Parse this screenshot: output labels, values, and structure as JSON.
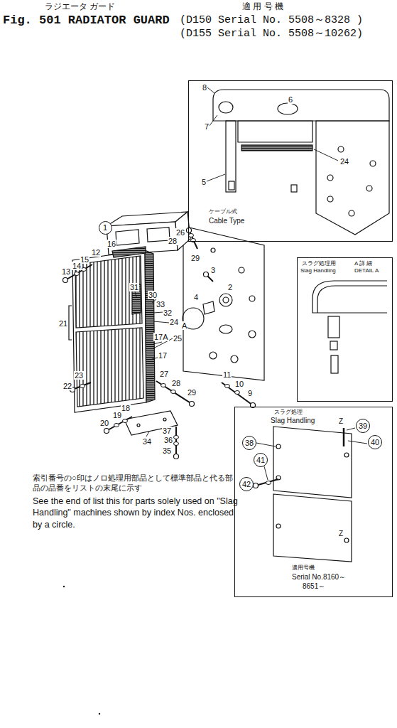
{
  "diagram": {
    "title": "Fig. 501 RADIATOR GUARD",
    "nodes": [
      {
        "text": [
          "ケーブル式",
          "Cable Type"
        ]
      },
      {
        "text": [
          "スラグ処理用",
          "Slag Handling",
          "A 詳 細",
          "DETAIL A"
        ]
      },
      {
        "text": [
          "スラグ処理",
          "Slag Handling",
          "適用号機",
          "Serial No.8160～",
          "8651～"
        ]
      },
      {
        "text": [
          "1"
        ]
      },
      {
        "text": [
          "38"
        ],
        "in": 2
      },
      {
        "text": [
          "39"
        ],
        "in": 2
      },
      {
        "text": [
          "40"
        ],
        "in": 2
      },
      {
        "text": [
          "41"
        ],
        "in": 2
      },
      {
        "text": [
          "42"
        ],
        "in": 2
      }
    ],
    "labels": [
      "ラジエータ ガード",
      "適 用 号 機",
      "(D150 Serial No. 5508～8328 )",
      "(D155 Serial No. 5508～10262)",
      "8",
      "6",
      "7",
      "5",
      "24",
      "26",
      "28",
      "29",
      "3",
      "2",
      "4",
      "16",
      "12",
      "15",
      "14",
      "13",
      "31",
      "30",
      "33",
      "32",
      "24",
      "25",
      "17A",
      "A",
      "21",
      "17",
      "27",
      "28",
      "29",
      "11",
      "10",
      "9",
      "23",
      "22",
      "18",
      "19",
      "20",
      "34",
      "37",
      "36",
      "35",
      "Z",
      "Z",
      "索引番号の○印はノロ処理用部品として標準部品と代る部品の品番をリストの末尾に示す",
      "See the end of list this for parts solely used on \"Slag Handling\" machines shown by index Nos. enclosed by a circle."
    ]
  }
}
